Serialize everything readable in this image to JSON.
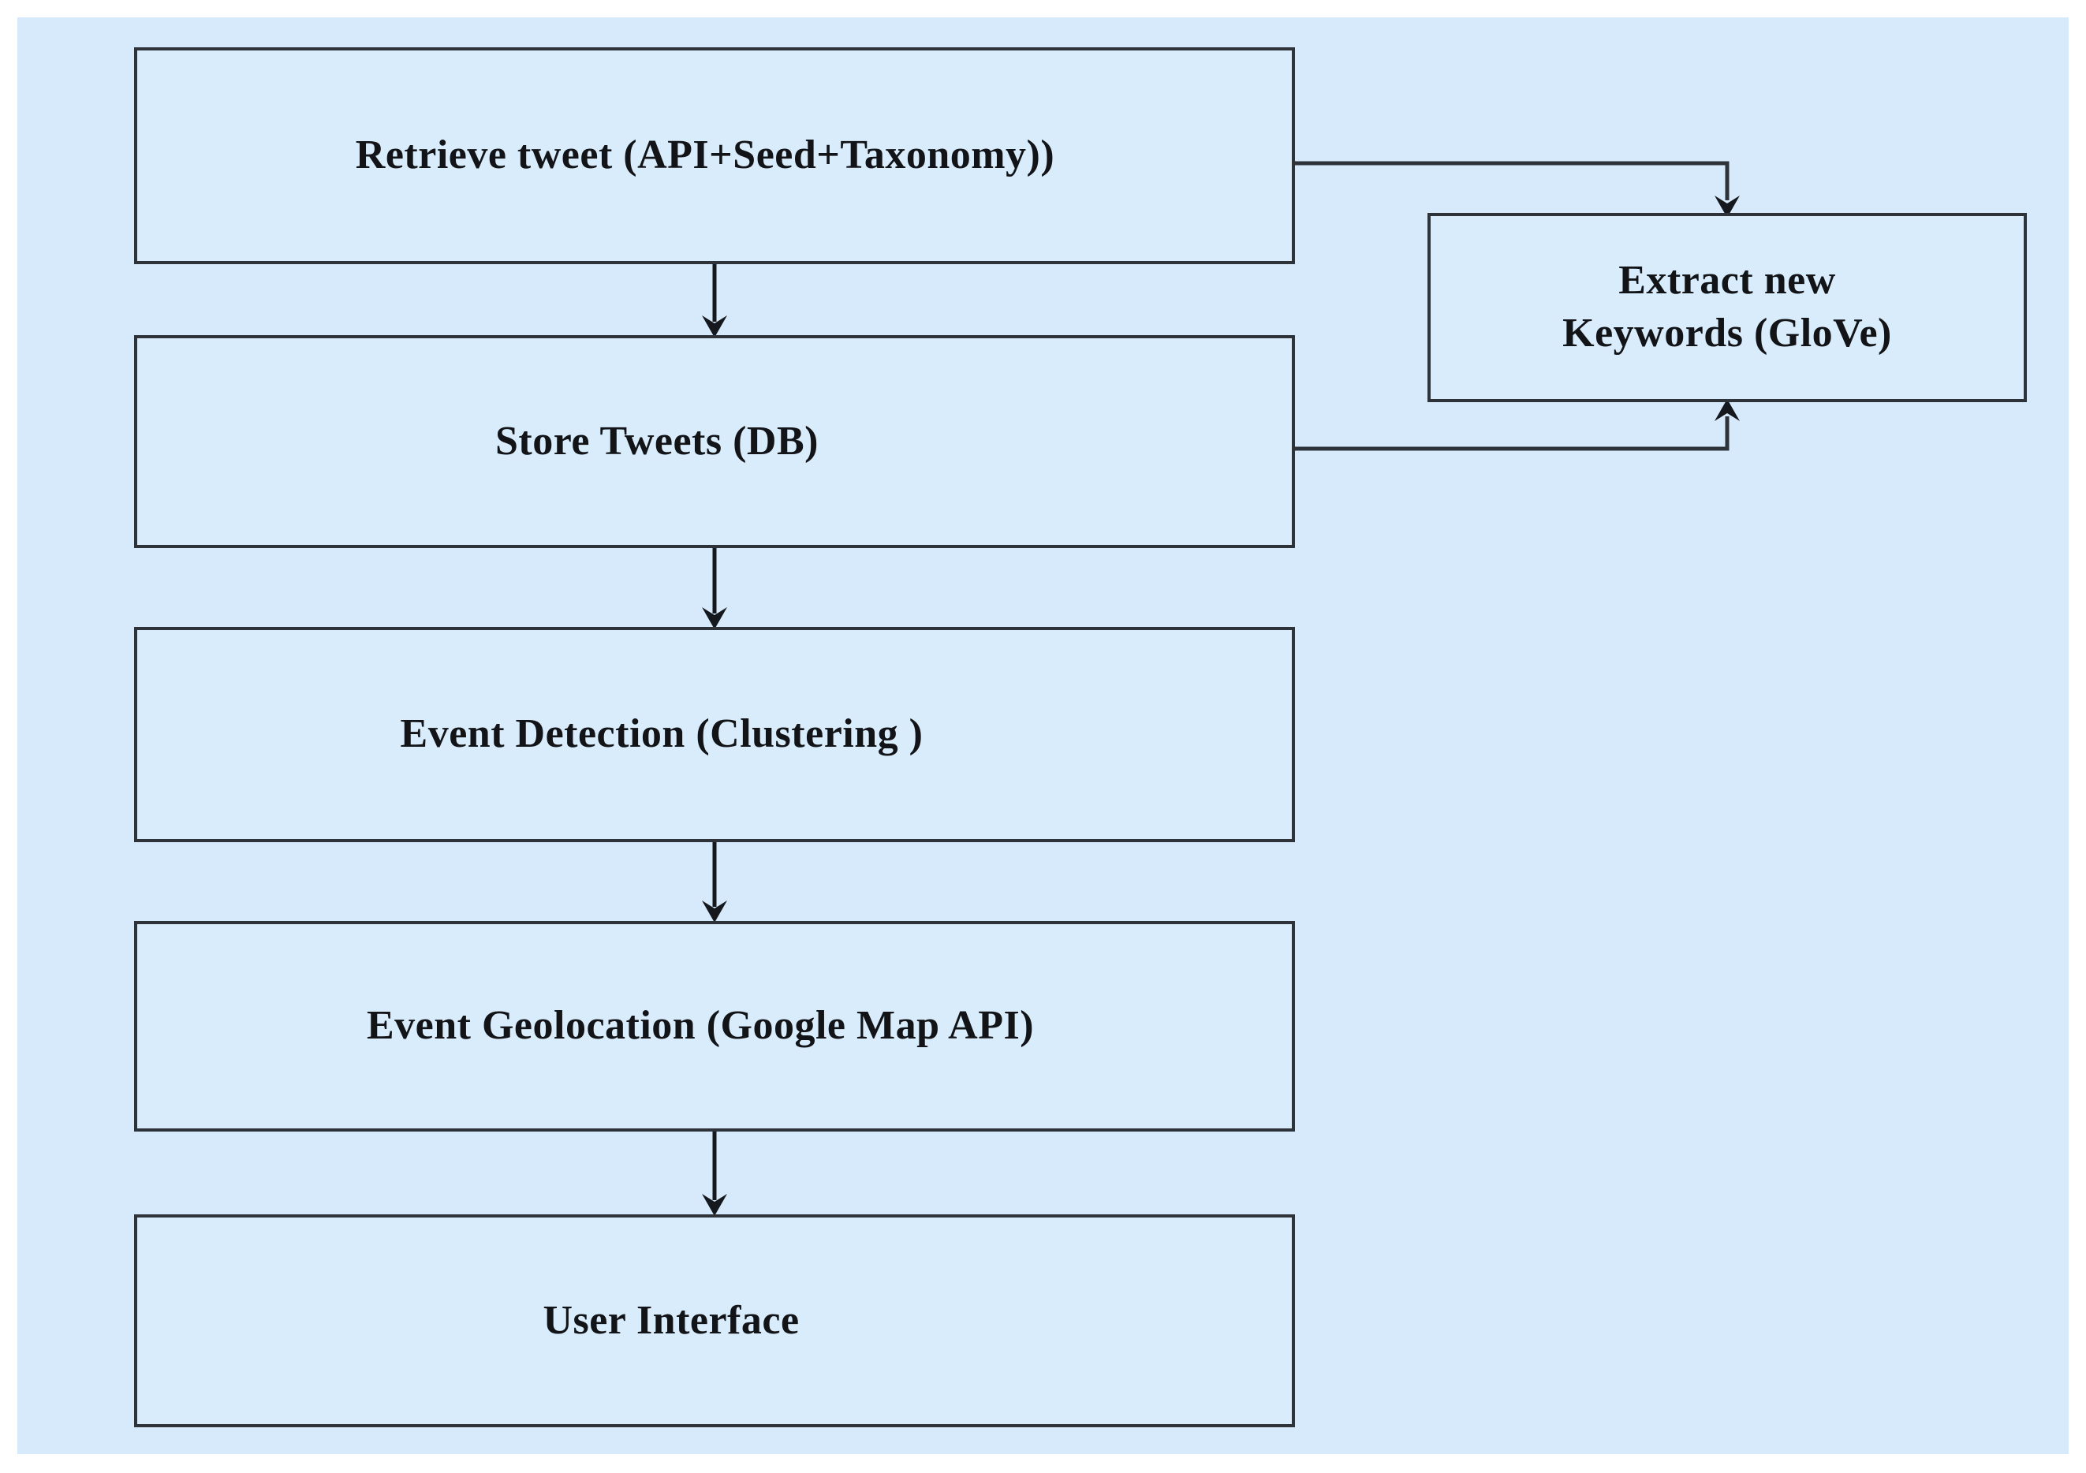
{
  "diagram": {
    "title": "System architecture flowchart",
    "background_color": "#d7eafb",
    "box_fill_color": "#d9ecfc",
    "box_border_color": "#2d3338",
    "connector_color": "#2d3338",
    "nodes": [
      {
        "id": "retrieve",
        "label": "Retrieve tweet (API+Seed+Taxonomy))"
      },
      {
        "id": "store",
        "label": "Store Tweets (DB)"
      },
      {
        "id": "detect",
        "label": "Event Detection (Clustering )"
      },
      {
        "id": "geoloc",
        "label": "Event Geolocation (Google Map API)"
      },
      {
        "id": "ui",
        "label": "User Interface"
      },
      {
        "id": "extract",
        "label": "Extract new\nKeywords (GloVe)"
      }
    ],
    "edges": [
      {
        "from": "retrieve",
        "to": "store",
        "style": "vertical-arrow-down"
      },
      {
        "from": "store",
        "to": "detect",
        "style": "vertical-arrow-down"
      },
      {
        "from": "detect",
        "to": "geoloc",
        "style": "vertical-arrow-down"
      },
      {
        "from": "geoloc",
        "to": "ui",
        "style": "vertical-arrow-down"
      },
      {
        "from": "retrieve",
        "to": "extract",
        "style": "elbow-right-then-down-arrow"
      },
      {
        "from": "store",
        "to": "extract",
        "style": "elbow-right-then-up-arrow"
      }
    ]
  }
}
